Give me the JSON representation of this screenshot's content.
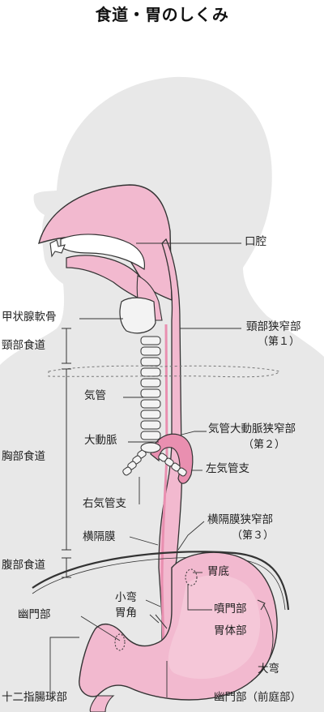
{
  "title": "食道・胃のしくみ",
  "colors": {
    "silhouette": "#e8e8e8",
    "pink": "#f2b9cf",
    "pink_dark": "#e98fb0",
    "outline": "#333333",
    "cartilage": "#f3f3f3"
  },
  "labels": {
    "oral_cavity": "口腔",
    "thyroid_cartilage": "甲状腺軟骨",
    "cervical_esophagus": "頸部食道",
    "cervical_stricture": "頸部狭窄部",
    "first": "（第１）",
    "trachea": "気管",
    "aorta": "大動脈",
    "thoracic_esophagus": "胸部食道",
    "tracheal_aortic_stricture": "気管大動脈狭窄部",
    "second": "（第２）",
    "left_bronchus": "左気管支",
    "right_bronchus": "右気管支",
    "diaphragm": "横隔膜",
    "diaphragm_stricture": "横隔膜狭窄部",
    "third": "（第３）",
    "abdominal_esophagus": "腹部食道",
    "fundus": "胃底",
    "lesser_curvature": "小弯",
    "angular_incisure": "胃角",
    "cardia": "噴門部",
    "body": "胃体部",
    "pylorus": "幽門部",
    "greater_curvature": "大弯",
    "duodenal_bulb": "十二指腸球部",
    "antrum": "幽門部（前庭部）"
  }
}
